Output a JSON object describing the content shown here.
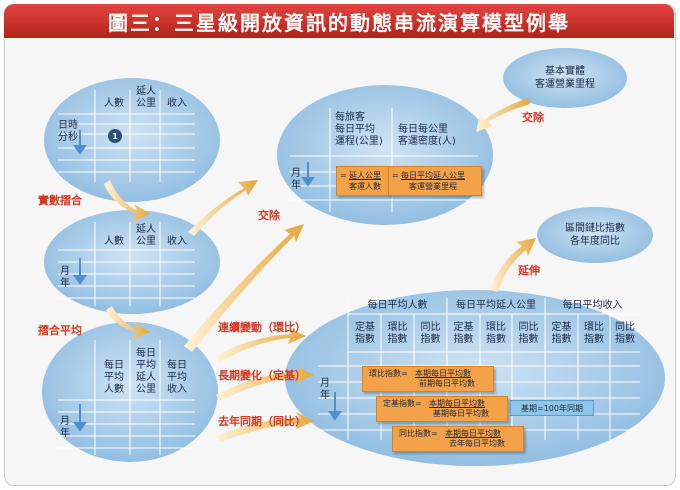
{
  "title": "圖三：三星級開放資訊的動態串流演算模型例舉",
  "colors": {
    "title_red": "#c8241e",
    "ellipse_blue": "#9ec8e6",
    "arrow_gold": "#e8b04d",
    "box_orange": "#f3a24a",
    "label_red": "#d63a24"
  },
  "table1": {
    "col_persons": "人數",
    "col_pkm": "延人\n公里",
    "col_revenue": "收入",
    "row_label": "日時\n分秒",
    "badge": "1"
  },
  "table2": {
    "col_persons": "人數",
    "col_pkm": "延人\n公里",
    "col_revenue": "收入",
    "row_label": "月\n年"
  },
  "table3": {
    "col_persons": "每日\n平均\n人數",
    "col_pkm": "每日\n平均\n延人\n公里",
    "col_revenue": "每日\n平均\n收入",
    "row_label": "月\n年"
  },
  "density": {
    "col_distance": "每旅客\n每日平均\n運程(公里)",
    "col_density": "每日每公里\n客運密度(人)",
    "row_label": "月\n年",
    "formula1": {
      "eq": "=",
      "num": "延人公里",
      "den": "客運人數"
    },
    "formula2": {
      "eq": "=",
      "num": "每日平均延人公里",
      "den": "客運營業里程"
    }
  },
  "base_entity": {
    "line1": "基本實體",
    "line2": "客運營業里程"
  },
  "interval_index": {
    "line1": "區間鏈比指數",
    "line2": "各年度同比"
  },
  "big_table": {
    "groups": [
      "每日平均人數",
      "每日平均延人公里",
      "每日平均收入"
    ],
    "subcols": [
      "定基\n指數",
      "環比\n指數",
      "同比\n指數"
    ],
    "row_label": "月\n年"
  },
  "formulas": {
    "chain": {
      "prefix": "環比指數=",
      "num": "本期每日平均數",
      "den": "前期每日平均數"
    },
    "fixed": {
      "prefix": "定基指數=",
      "num": "本期每日平均數",
      "den": "基期每日平均數"
    },
    "yoy": {
      "prefix": "同比指數=",
      "num": "本期每日平均數",
      "den": "去年每日平均數"
    },
    "base_note": "基期=100年同期"
  },
  "labels": {
    "aggregate_actual": "實數摺合",
    "aggregate_average": "摺合平均",
    "divide_1": "交除",
    "divide_2": "交除",
    "extend": "延伸",
    "continuous": "連續變動（環比）",
    "long_term": "長期變化（定基）",
    "yoy": "去年同期（同比）"
  }
}
